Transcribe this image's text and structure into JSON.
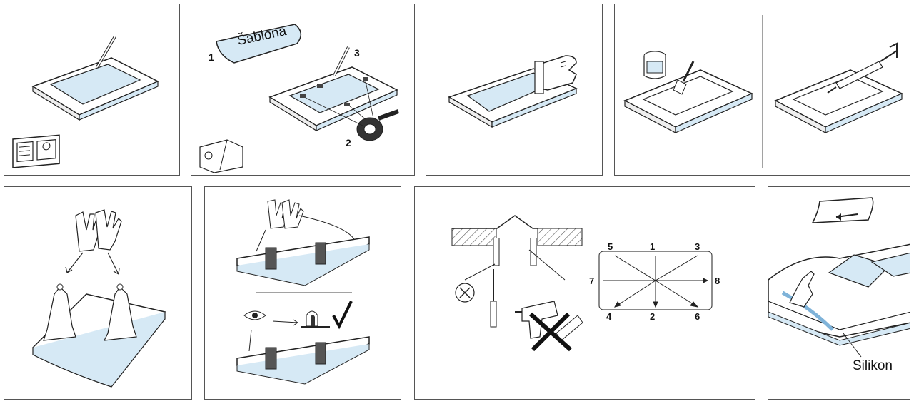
{
  "panels": {
    "p2": {
      "template_label": "Šablona",
      "steps": [
        "1",
        "2",
        "3"
      ]
    },
    "p8": {
      "directions": [
        "5",
        "1",
        "3",
        "7",
        "8",
        "4",
        "2",
        "6"
      ]
    },
    "p9": {
      "material_label": "Silikon"
    }
  },
  "colors": {
    "glass": "#d6e9f5",
    "line": "#222222",
    "accent": "#a8cce6"
  }
}
